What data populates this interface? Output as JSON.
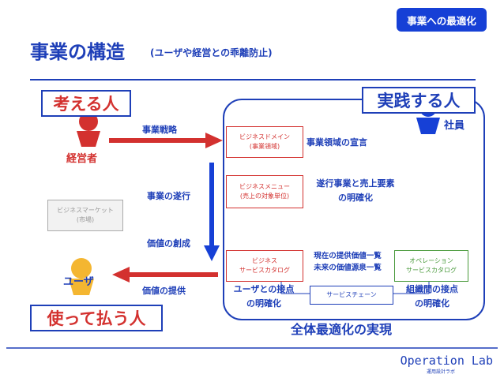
{
  "header": {
    "tag": "事業への最適化",
    "title": "事業の構造",
    "subtitle": "(ユーザや経営との乖離防止)"
  },
  "actors": {
    "thinker_label": "考える人",
    "executive": "経営者",
    "doer_label": "実践する人",
    "staff": "社員",
    "payer_label": "使って払う人",
    "user": "ユーザ"
  },
  "market": {
    "line1": "ビジネスマーケット",
    "line2": "(市場)"
  },
  "flows": {
    "strategy": "事業戦略",
    "execution": "事業の遂行",
    "value_creation": "価値の創成",
    "value_delivery": "価値の提供"
  },
  "enterprise": {
    "domain_box": {
      "line1": "ビジネスドメイン",
      "line2": "(事業領域)"
    },
    "menu_box": {
      "line1": "ビジネスメニュー",
      "line2": "(売上の対象単位)"
    },
    "catalog_box": {
      "line1": "ビジネス",
      "line2": "サービスカタログ"
    },
    "ops_box": {
      "line1": "オペレーション",
      "line2": "サービスカタログ"
    },
    "chain_box": "サービスチェーン",
    "domain_note": "事業領域の宣言",
    "menu_note_1": "遂行事業と売上要素",
    "menu_note_2": "の明確化",
    "value_note_1": "現在の提供価値一覧",
    "value_note_2": "未来の価値源泉一覧",
    "user_touch_1": "ユーザとの接点",
    "user_touch_2": "の明確化",
    "org_touch_1": "組織間の接点",
    "org_touch_2": "の明確化",
    "footer_label": "全体最適化の実現"
  },
  "footer": {
    "brand": "Operation Lab",
    "sub": "運用設計ラボ"
  },
  "colors": {
    "navy": "#1e3fb8",
    "red": "#d3312f",
    "blue_figure": "#1640d6",
    "orange_figure": "#f4b631",
    "green": "#4a9a3c",
    "gray": "#aaaaaa"
  }
}
